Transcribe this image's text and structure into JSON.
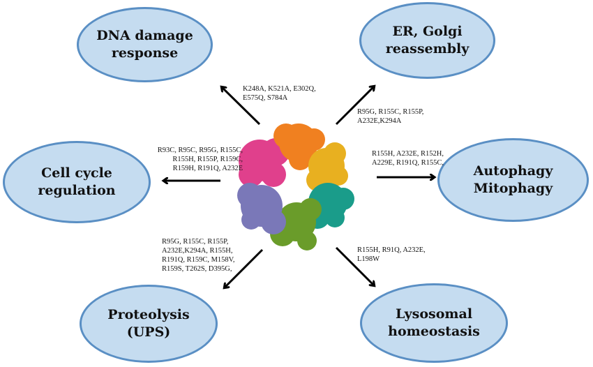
{
  "nodes": {
    "dna": {
      "lines": [
        "DNA damage",
        "response"
      ],
      "mutations": [
        "K248A, K521A, E302Q,",
        "E575Q, S784A"
      ]
    },
    "er": {
      "lines": [
        "ER, Golgi",
        "reassembly"
      ],
      "mutations": [
        "R95G, R155C, R155P,",
        "A232E,K294A"
      ]
    },
    "cell": {
      "lines": [
        "Cell cycle",
        "regulation"
      ],
      "mutations": [
        "R93C, R95C, R95G, R155C,",
        "R155H, R155P, R159C,",
        "R159H, R191Q, A232E"
      ]
    },
    "auto": {
      "lines": [
        "Autophagy",
        "Mitophagy"
      ],
      "mutations": [
        "R155H, A232E, R152H,",
        "A229E, R191Q, R155C,"
      ]
    },
    "prot": {
      "lines": [
        "Proteolysis",
        "(UPS)"
      ],
      "mutations": [
        "R95G, R155C, R155P,",
        "A232E,K294A, R155H,",
        "R191Q, R159C, M158V,",
        "R159S, T262S, D395G,"
      ]
    },
    "lyso": {
      "lines": [
        "Lysosomal",
        "homeostasis"
      ],
      "mutations": [
        "R155H, R91Q, A232E,",
        "L198W"
      ]
    }
  },
  "colors": {
    "ellipse_fill": "#c5dcf0",
    "ellipse_border": "#5a8fc4",
    "protein_subunits": [
      "#f28a1f",
      "#e8b020",
      "#1a9c8a",
      "#6a9c2a",
      "#7a78b8",
      "#e0408c"
    ]
  }
}
